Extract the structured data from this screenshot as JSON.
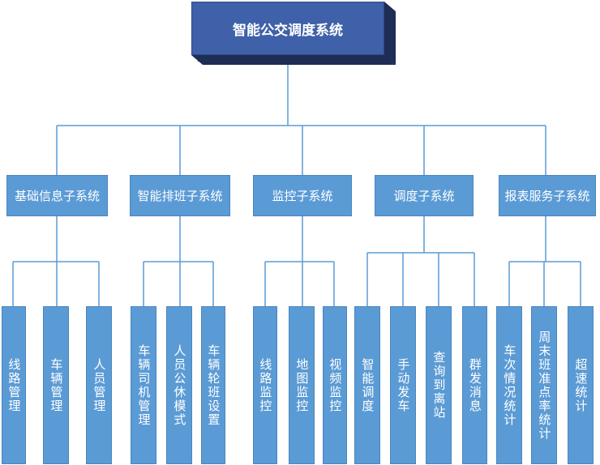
{
  "title": "智能公交调度系统",
  "subsystems": [
    {
      "label": "基础信息子系统",
      "children": [
        "线路管理",
        "车辆管理",
        "人员管理"
      ]
    },
    {
      "label": "智能排班子系统",
      "children": [
        "车辆司机管理",
        "人员公休模式",
        "车辆轮班设置"
      ]
    },
    {
      "label": "监控子系统",
      "children": [
        "线路监控",
        "地图监控",
        "视频监控"
      ]
    },
    {
      "label": "调度子系统",
      "children": [
        "智能调度",
        "手动发车",
        "查询到离站",
        "群发消息"
      ]
    },
    {
      "label": "报表服务子系统",
      "children": [
        "车次情况统计",
        "周末班准点率统计",
        "超速统计"
      ]
    }
  ],
  "colors": {
    "root_fill": "#3f61a9",
    "root_shadow": "#1e2d55",
    "node_fill": "#5b9bd5",
    "connector": "#5b9bd5"
  }
}
